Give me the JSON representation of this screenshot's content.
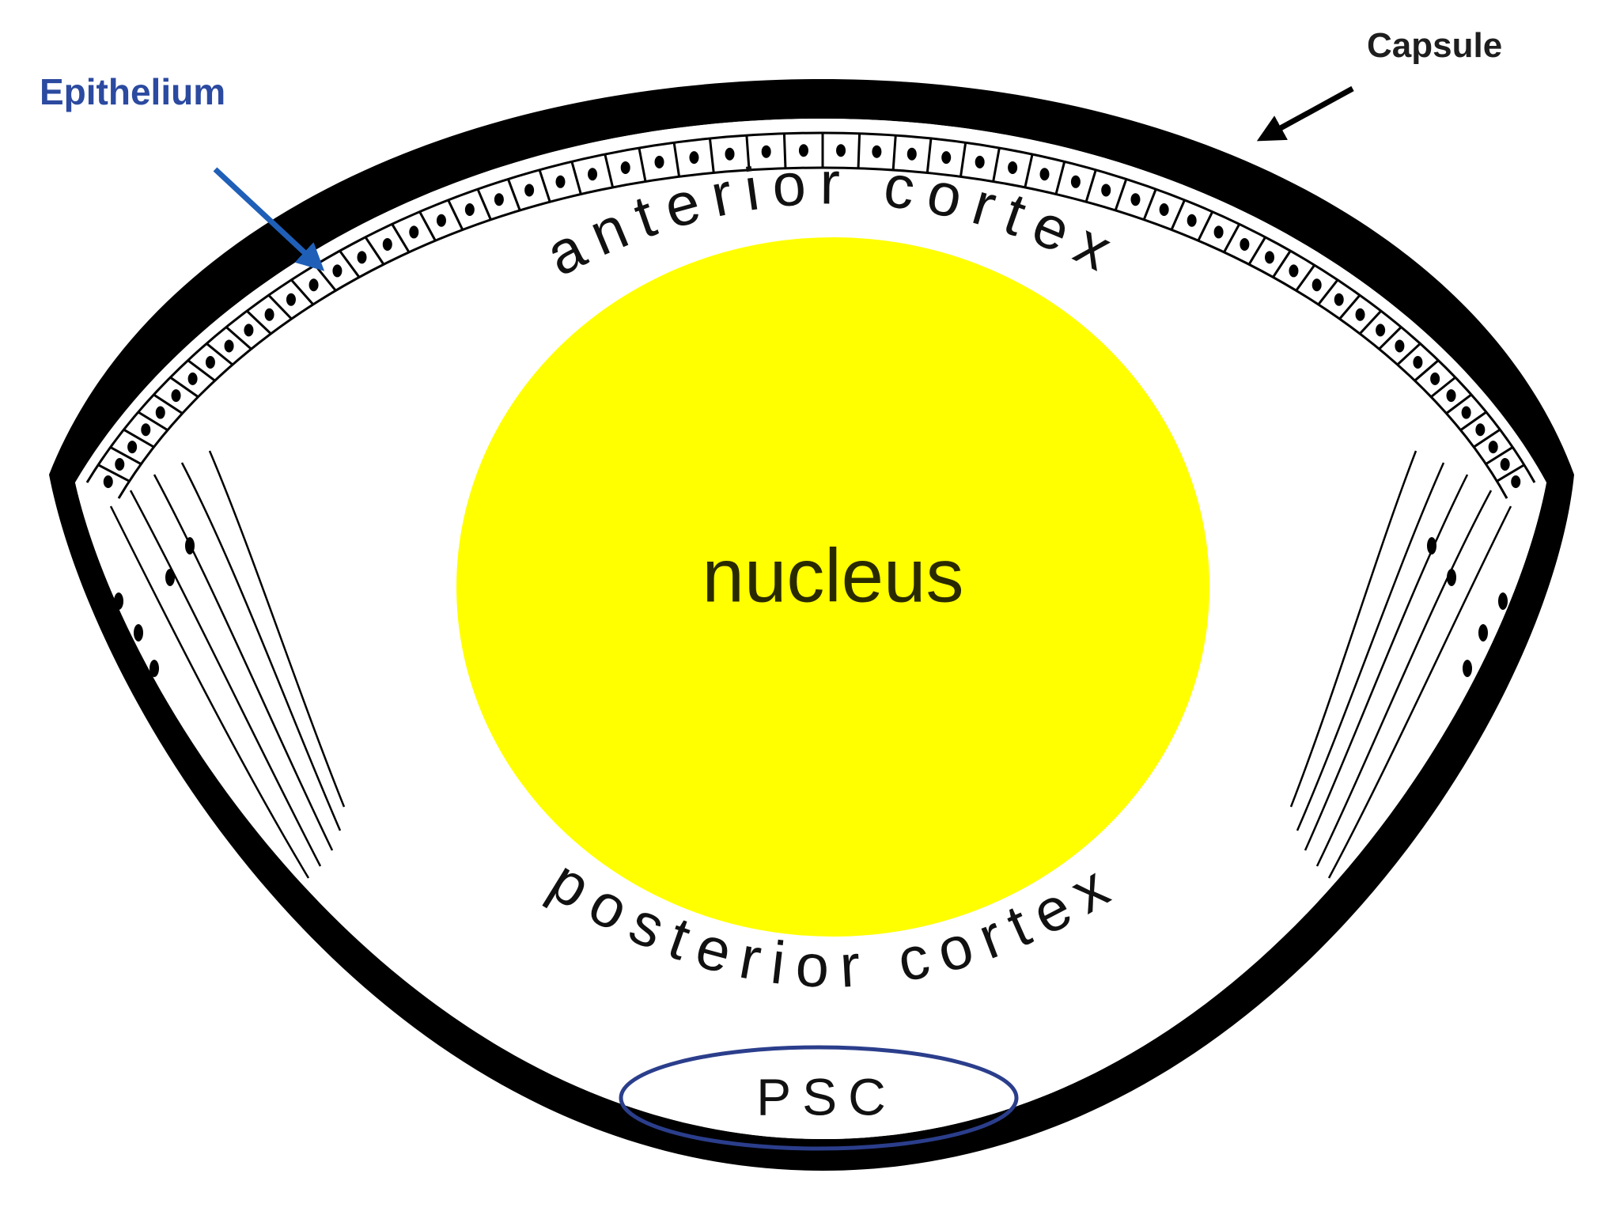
{
  "labels": {
    "capsule": "Capsule",
    "epithelium": "Epithelium",
    "nucleus": "nucleus",
    "anterior_cortex": "anterior cortex",
    "posterior_cortex": "posterior cortex",
    "psc": "PSC"
  },
  "colors": {
    "capsule": "#000000",
    "nucleus": "#ffff00",
    "epithelium_label": "#2b4aa0",
    "epithelium_arrow": "#1f5fb8",
    "psc_outline": "#2b3e8c",
    "background": "#ffffff"
  }
}
